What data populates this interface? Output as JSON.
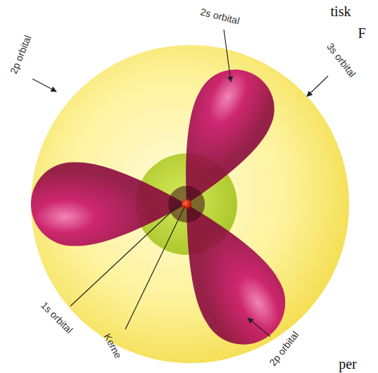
{
  "diagram": {
    "labels": [
      "tisk",
      "2s orbital",
      "F",
      "3s orbital",
      "2p orbital",
      "1s orbital",
      "Kerne",
      "2p orbital",
      "per"
    ]
  }
}
